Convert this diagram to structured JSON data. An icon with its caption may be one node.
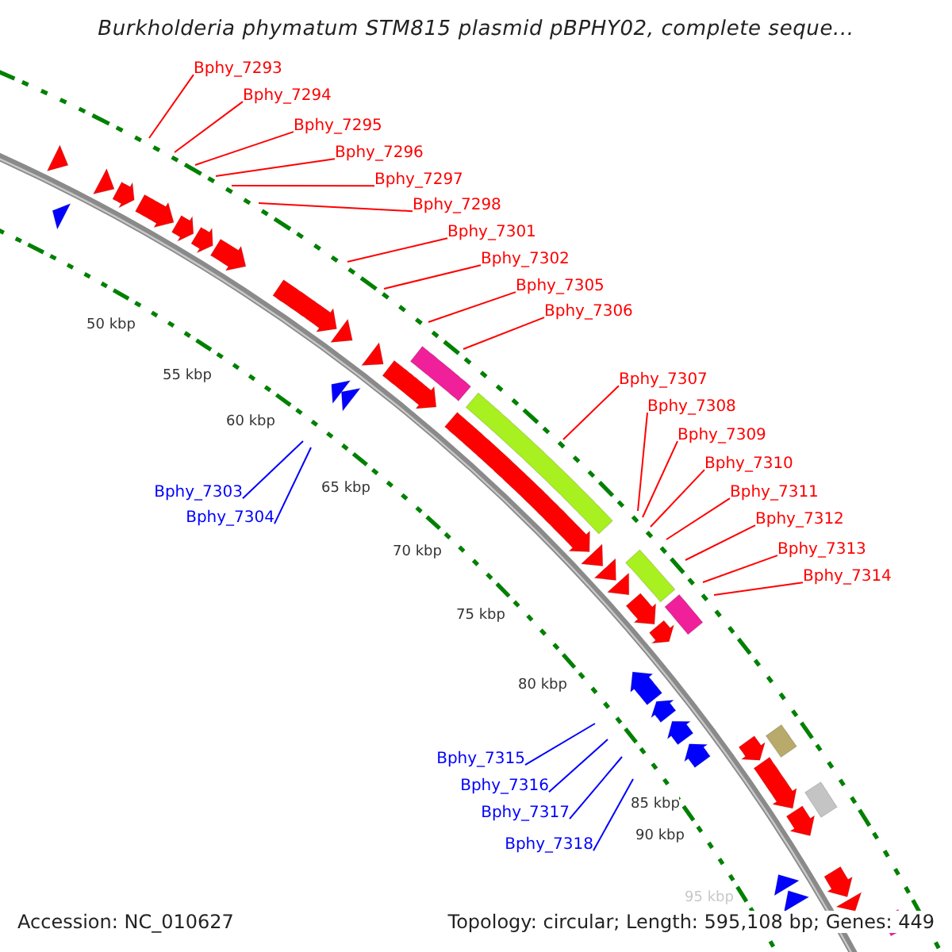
{
  "diagram": {
    "title": "Burkholderia phymatum STM815 plasmid pBPHY02, complete seque...",
    "nodes": [
      {
        "text": [
          "Bphy_7293"
        ]
      },
      {
        "text": [
          "Bphy_7294"
        ]
      },
      {
        "text": [
          "Bphy_7295"
        ]
      },
      {
        "text": [
          "Bphy_7296"
        ]
      },
      {
        "text": [
          "Bphy_7297"
        ]
      },
      {
        "text": [
          "Bphy_7298"
        ]
      },
      {
        "text": [
          "Bphy_7301"
        ]
      },
      {
        "text": [
          "Bphy_7302"
        ]
      },
      {
        "text": [
          "Bphy_7305"
        ]
      },
      {
        "text": [
          "Bphy_7306"
        ]
      },
      {
        "text": [
          "Bphy_7307"
        ]
      },
      {
        "text": [
          "Bphy_7308"
        ]
      },
      {
        "text": [
          "Bphy_7309"
        ]
      },
      {
        "text": [
          "Bphy_7310"
        ]
      },
      {
        "text": [
          "Bphy_7303"
        ]
      },
      {
        "text": [
          "Bphy_7311"
        ]
      },
      {
        "text": [
          "Bphy_7304"
        ]
      },
      {
        "text": [
          "Bphy_7312"
        ]
      },
      {
        "text": [
          "Bphy_7313"
        ]
      },
      {
        "text": [
          "Bphy_7314"
        ]
      },
      {
        "text": [
          "Bphy_7315"
        ]
      },
      {
        "text": [
          "Bphy_7316"
        ]
      },
      {
        "text": [
          "Bphy_7317"
        ]
      },
      {
        "text": [
          "Bphy_7318"
        ]
      }
    ],
    "edges": [
      {
        "from": 0,
        "to": null,
        "arrow": "none"
      },
      {
        "from": 1,
        "to": null,
        "arrow": "none"
      },
      {
        "from": 2,
        "to": null,
        "arrow": "none"
      },
      {
        "from": 3,
        "to": null,
        "arrow": "none"
      },
      {
        "from": 4,
        "to": null,
        "arrow": "none"
      },
      {
        "from": 5,
        "to": null,
        "arrow": "none"
      },
      {
        "from": 6,
        "to": null,
        "arrow": "none"
      },
      {
        "from": 7,
        "to": null,
        "arrow": "none"
      },
      {
        "from": 8,
        "to": null,
        "arrow": "none"
      },
      {
        "from": 9,
        "to": null,
        "arrow": "none"
      },
      {
        "from": 10,
        "to": null,
        "arrow": "none"
      },
      {
        "from": 11,
        "to": null,
        "arrow": "none"
      },
      {
        "from": 12,
        "to": null,
        "arrow": "none"
      },
      {
        "from": 13,
        "to": null,
        "arrow": "none"
      },
      {
        "from": 14,
        "to": null,
        "arrow": "none",
        "color": "#0000ff"
      },
      {
        "from": 15,
        "to": null,
        "arrow": "none"
      },
      {
        "from": 16,
        "to": null,
        "arrow": "none",
        "color": "#0000ff"
      },
      {
        "from": 17,
        "to": null,
        "arrow": "none"
      },
      {
        "from": 18,
        "to": null,
        "arrow": "none"
      },
      {
        "from": 19,
        "to": null,
        "arrow": "none"
      },
      {
        "from": 20,
        "to": null,
        "arrow": "none",
        "color": "#0000ff"
      },
      {
        "from": 21,
        "to": null,
        "arrow": "none",
        "color": "#0000ff"
      },
      {
        "from": 22,
        "to": null,
        "arrow": "none",
        "color": "#0000ff"
      },
      {
        "from": 23,
        "to": null,
        "arrow": "none",
        "color": "#0000ff"
      }
    ],
    "labels": [
      "50 kbp",
      "55 kbp",
      "60 kbp",
      "65 kbp",
      "70 kbp",
      "75 kbp",
      "80 kbp",
      "85 kbp",
      "90 kbp",
      "95 kbp",
      "Accession: NC_010627",
      "Topology: circular; Length: 595,108 bp; Genes: 449"
    ]
  }
}
